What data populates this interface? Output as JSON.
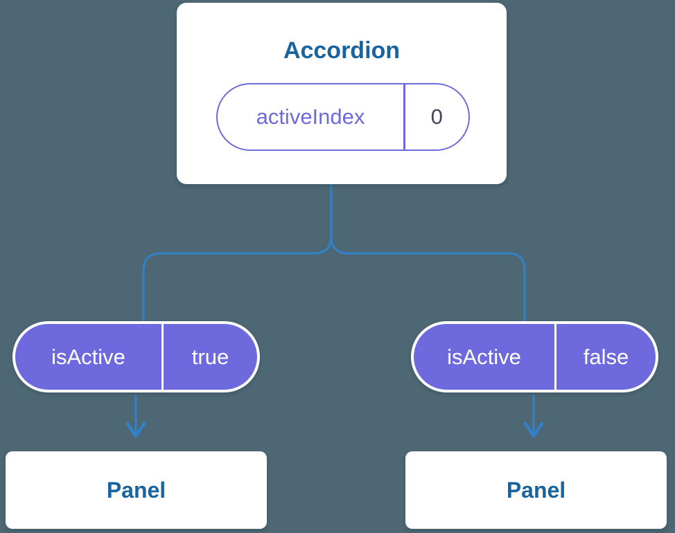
{
  "accordion": {
    "title": "Accordion",
    "prop_pill": {
      "label": "activeIndex",
      "value": "0"
    }
  },
  "states": [
    {
      "label": "isActive",
      "value": "true"
    },
    {
      "label": "isActive",
      "value": "false"
    }
  ],
  "panels": [
    {
      "title": "Panel"
    },
    {
      "title": "Panel"
    }
  ],
  "colors": {
    "background": "#4d6874",
    "connector_blue": "#3182c8",
    "card_background": "#ffffff",
    "heading_blue": "#19639e",
    "pill_purple": "#6e6ade",
    "pill_text_white": "#ffffff",
    "prop_value_dark": "#404756"
  }
}
